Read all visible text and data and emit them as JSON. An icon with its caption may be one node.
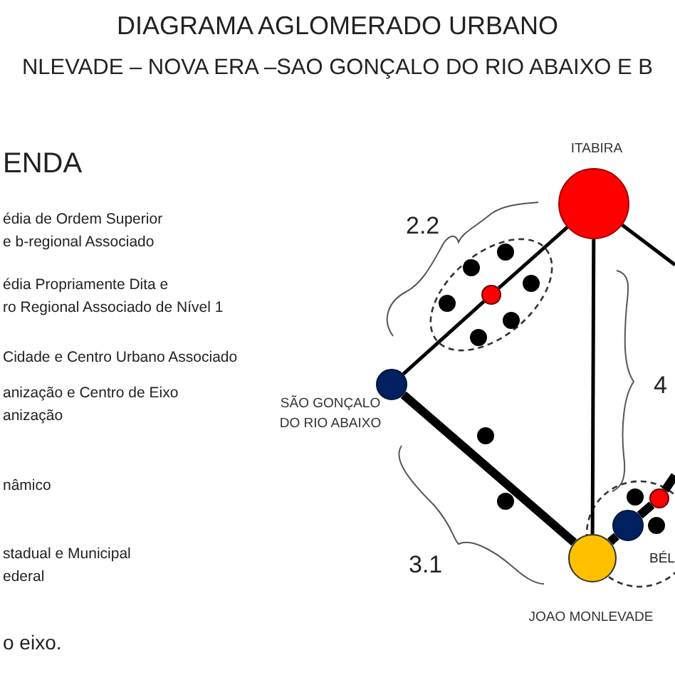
{
  "diagram": {
    "title": "DIAGRAMA AGLOMERADO URBANO",
    "nodes": [
      {
        "text": [
          "ITABIRA"
        ]
      },
      {
        "text": [],
        "shape": "circle"
      },
      {
        "text": [],
        "shape": "circle"
      },
      {
        "text": [],
        "shape": "circle"
      },
      {
        "text": [],
        "shape": "circle"
      },
      {
        "text": [],
        "shape": "circle"
      },
      {
        "text": [],
        "shape": "circle"
      },
      {
        "text": [],
        "shape": "circle"
      },
      {
        "text": [
          "SÃO GONÇALO DO RIO ABAIXO"
        ]
      },
      {
        "text": [],
        "shape": "circle"
      },
      {
        "text": [],
        "shape": "circle"
      },
      {
        "text": [
          "JOAO MONLEVADE"
        ]
      },
      {
        "text": [],
        "shape": "circle"
      },
      {
        "text": [],
        "shape": "circle"
      },
      {
        "text": [],
        "shape": "circle"
      },
      {
        "text": [],
        "shape": "circle"
      }
    ],
    "edges": [
      {
        "from": 0,
        "to": 1,
        "arrow": "none"
      },
      {
        "from": 1,
        "to": 8,
        "arrow": "none"
      },
      {
        "from": 8,
        "to": 11,
        "arrow": "none",
        "style": "thick"
      },
      {
        "from": 0,
        "to": 11,
        "arrow": "none"
      },
      {
        "from": 0,
        "to": null,
        "arrow": "none"
      },
      {
        "from": 11,
        "to": 12,
        "arrow": "none",
        "style": "thick"
      },
      {
        "from": 12,
        "to": 13,
        "arrow": "none",
        "style": "thick"
      },
      {
        "from": 13,
        "to": null,
        "arrow": "none",
        "style": "thick"
      }
    ],
    "labels": [
      "NLEVADE – NOVA ERA –SAO GONÇALO DO RIO ABAIXO E B",
      "ENDA",
      "édia de Ordem Superior e b-regional Associado",
      "édia Propriamente Dita e ro Regional Associado de Nível 1",
      "Cidade e Centro Urbano Associado",
      "anização e Centro de Eixo anização",
      "nâmico",
      "stadual e Municipal ederal",
      "o eixo.",
      "2.2",
      "4",
      "3.1",
      "BÉL"
    ]
  }
}
